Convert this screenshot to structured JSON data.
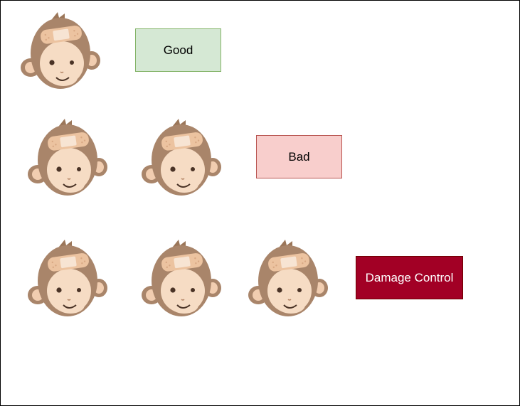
{
  "rows": [
    {
      "monkey_count": 1,
      "label": "Good",
      "fill": "#d5e8d4",
      "stroke": "#82b366",
      "text_color": "#000000"
    },
    {
      "monkey_count": 2,
      "label": "Bad",
      "fill": "#f8cecc",
      "stroke": "#b85450",
      "text_color": "#000000"
    },
    {
      "monkey_count": 3,
      "label": "Damage Control",
      "fill": "#a20025",
      "stroke": "#6f0000",
      "text_color": "#ffffff"
    }
  ],
  "icons": {
    "monkey": "bandaged-monkey-icon"
  }
}
